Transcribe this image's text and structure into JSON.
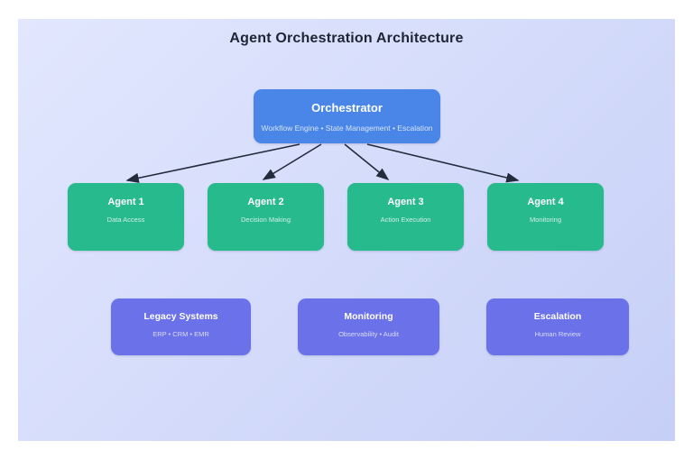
{
  "title": "Agent Orchestration Architecture",
  "orchestrator": {
    "title": "Orchestrator",
    "subtitle": "Workflow Engine • State Management • Escalation"
  },
  "agents": [
    {
      "title": "Agent 1",
      "subtitle": "Data Access"
    },
    {
      "title": "Agent 2",
      "subtitle": "Decision Making"
    },
    {
      "title": "Agent 3",
      "subtitle": "Action Execution"
    },
    {
      "title": "Agent 4",
      "subtitle": "Monitoring"
    }
  ],
  "systems": [
    {
      "title": "Legacy Systems",
      "subtitle": "ERP • CRM • EMR"
    },
    {
      "title": "Monitoring",
      "subtitle": "Observability • Audit"
    },
    {
      "title": "Escalation",
      "subtitle": "Human Review"
    }
  ],
  "colors": {
    "orchestrator": "#4a86e8",
    "agent": "#26ba8c",
    "system": "#6b72e9",
    "arrow": "#232c3d",
    "panel_gradient_start": "#e2e7fe",
    "panel_gradient_end": "#c6cff7",
    "title_text": "#1d2535"
  }
}
